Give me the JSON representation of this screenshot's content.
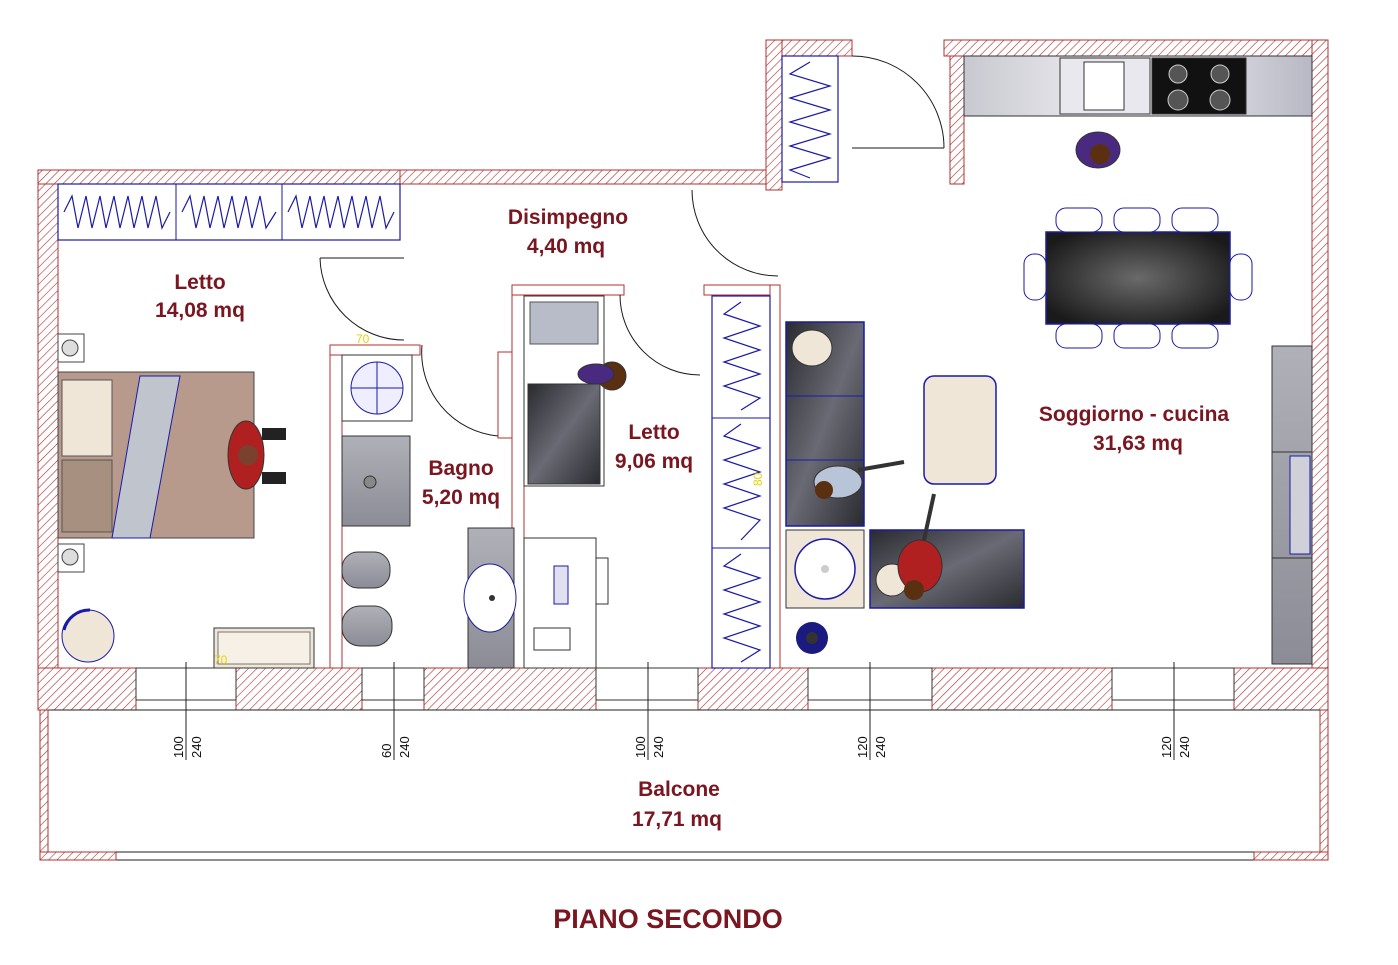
{
  "title": "PIANO SECONDO",
  "rooms": {
    "letto1": {
      "name": "Letto",
      "area": "14,08 mq"
    },
    "disimpegno": {
      "name": "Disimpegno",
      "area": "4,40 mq"
    },
    "bagno": {
      "name": "Bagno",
      "area": "5,20 mq"
    },
    "letto2": {
      "name": "Letto",
      "area": "9,06 mq"
    },
    "soggiorno": {
      "name": "Soggiorno - cucina",
      "area": "31,63 mq"
    },
    "balcone": {
      "name": "Balcone",
      "area": "17,71 mq"
    }
  },
  "door_marks": {
    "d1": "70",
    "d2": "70",
    "d3": "80"
  },
  "windows": [
    {
      "w": "100",
      "h": "240"
    },
    {
      "w": "60",
      "h": "240"
    },
    {
      "w": "100",
      "h": "240"
    },
    {
      "w": "120",
      "h": "240"
    },
    {
      "w": "120",
      "h": "240"
    }
  ],
  "colors": {
    "wall_hatch": "#b03030",
    "label": "#7a1620",
    "furniture_line": "#1a1aa8"
  }
}
